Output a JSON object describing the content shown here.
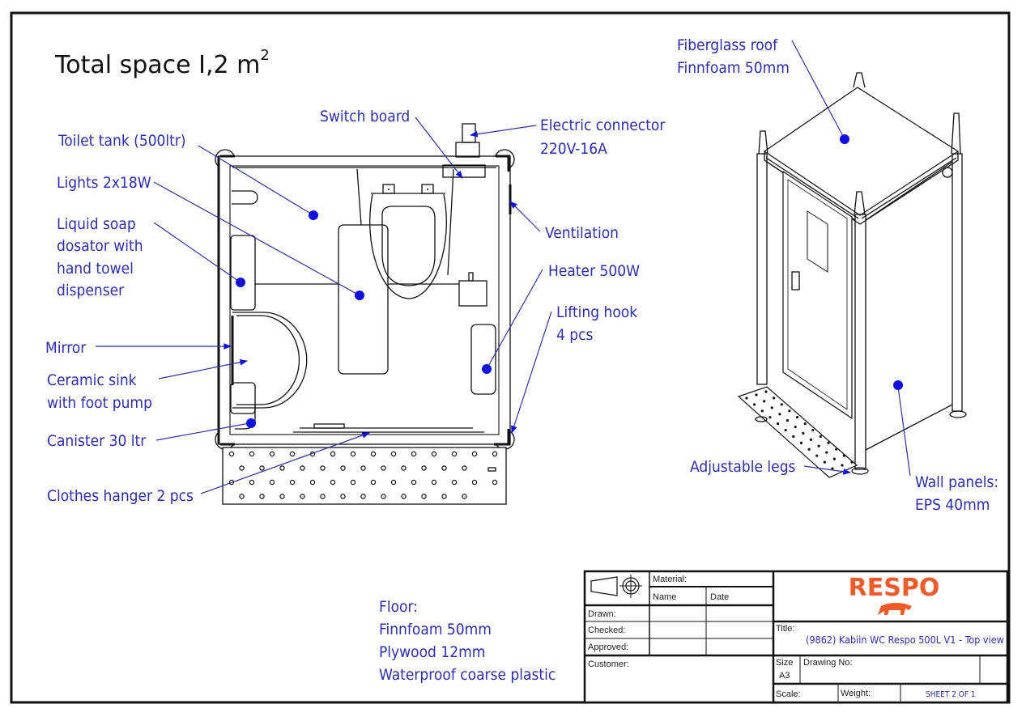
{
  "drawing": {
    "heading": "Total space I,2 m",
    "heading_sup": "2"
  },
  "labels": {
    "toilet_tank": "Toilet tank (500ltr)",
    "lights": "Lights 2x18W",
    "soap": [
      "Liquid soap",
      "dosator with",
      "hand towel",
      "dispenser"
    ],
    "mirror": "Mirror",
    "sink": [
      "Ceramic sink",
      "with foot pump"
    ],
    "canister": "Canister 30 ltr",
    "clothes_hanger": "Clothes hanger 2 pcs",
    "switch_board": "Switch board",
    "electric_connector": [
      "Electric connector",
      "220V-16A"
    ],
    "ventilation": "Ventilation",
    "heater": "Heater 500W",
    "lifting_hook": [
      "Lifting hook",
      "4 pcs"
    ],
    "roof": [
      "Fiberglass roof",
      "Finnfoam 50mm"
    ],
    "adjustable_legs": "Adjustable legs",
    "wall_panels": [
      "Wall panels:",
      "EPS 40mm"
    ],
    "floor": [
      "Floor:",
      "Finnfoam 50mm",
      "Plywood 12mm",
      "Waterproof coarse plastic"
    ]
  },
  "title_block": {
    "material": "Material:",
    "name": "Name",
    "date": "Date",
    "drawn": "Drawn:",
    "checked": "Checked:",
    "approved": "Approved:",
    "customer": "Customer:",
    "title_label": "Title:",
    "title_value": "(9862) Kabiin WC Respo 500L V1 - Top view",
    "size_label": "Size",
    "size_value": "A3",
    "drawing_no": "Drawing No:",
    "scale": "Scale:",
    "weight": "Weight:",
    "sheet": "SHEET 2 OF 1",
    "logo_text": "RESPO",
    "logo_color": "#f05a28"
  }
}
